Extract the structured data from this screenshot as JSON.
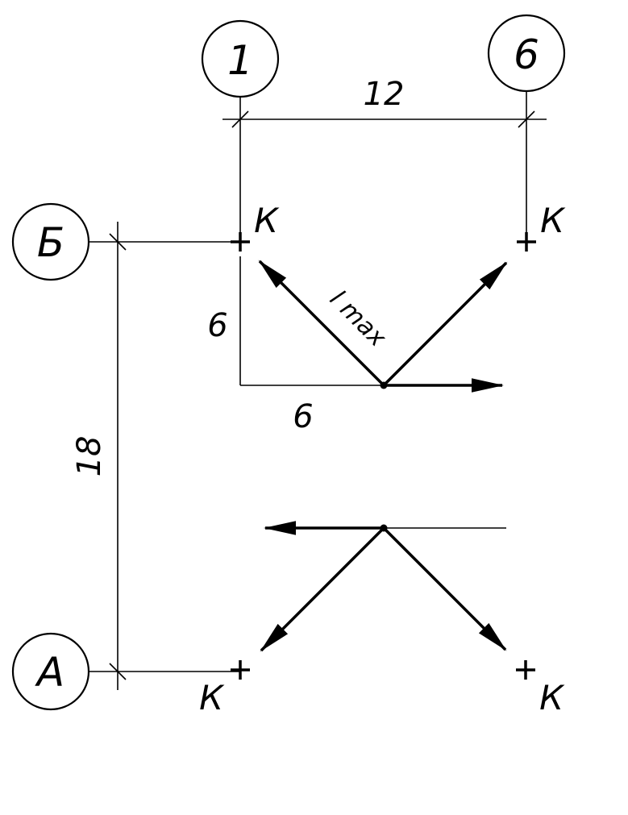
{
  "axes": {
    "col_1": "1",
    "col_6": "6",
    "row_B": "Б",
    "row_A": "А"
  },
  "dimensions": {
    "span_1_6": "12",
    "span_B_A": "18",
    "offset_vertical": "6",
    "offset_horizontal": "6"
  },
  "labels": {
    "k": "К",
    "l_max": "l max"
  }
}
